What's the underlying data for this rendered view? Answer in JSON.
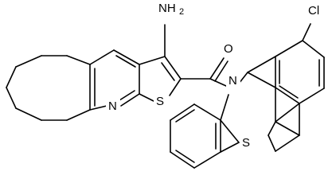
{
  "atom_labels": {
    "amine_n": "NH",
    "amine_subscript": "2",
    "carbonyl_o": "O",
    "chlorine": "Cl",
    "pyridine_n": "N",
    "thiophene_s": "S",
    "phenothiazine_n": "N",
    "phenothiazine_s": "S"
  },
  "colors": {
    "bond": "#000000",
    "label": "#000000",
    "background": "#ffffff"
  }
}
